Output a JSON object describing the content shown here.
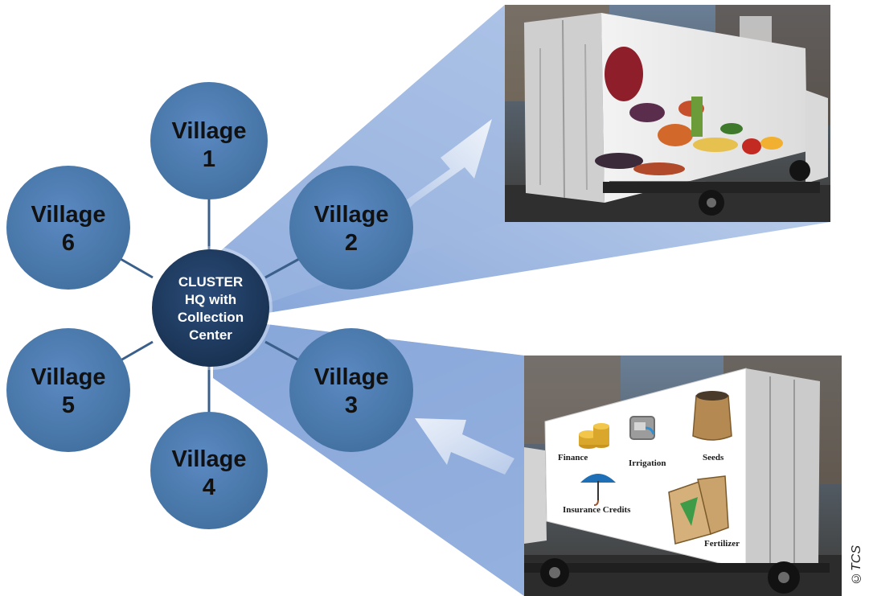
{
  "hub": {
    "lines": [
      "CLUSTER",
      "HQ with",
      "Collection",
      "Center"
    ]
  },
  "villages": [
    {
      "id": "village-1",
      "lines": [
        "Village",
        "1"
      ]
    },
    {
      "id": "village-2",
      "lines": [
        "Village",
        "2"
      ]
    },
    {
      "id": "village-3",
      "lines": [
        "Village",
        "3"
      ]
    },
    {
      "id": "village-4",
      "lines": [
        "Village",
        "4"
      ]
    },
    {
      "id": "village-5",
      "lines": [
        "Village",
        "5"
      ]
    },
    {
      "id": "village-6",
      "lines": [
        "Village",
        "6"
      ]
    }
  ],
  "supply_truck": {
    "items": [
      {
        "label": "Finance",
        "icon": "coins-icon"
      },
      {
        "label": "Irrigation",
        "icon": "water-tap-icon"
      },
      {
        "label": "Seeds",
        "icon": "seed-sack-icon"
      },
      {
        "label": "Insurance Credits",
        "icon": "umbrella-icon"
      },
      {
        "label": "Fertilizer",
        "icon": "fertilizer-bag-icon"
      }
    ]
  },
  "produce_truck": {
    "image": "truck-with-vegetables-photo"
  },
  "copyright": "©TCS",
  "colors": {
    "village_fill": "#4a7ab5",
    "hub_fill": "#1f3b60",
    "connector": "#3a5f8a",
    "beam": "#7d9fd6",
    "arrow": "#e4ecf8"
  }
}
